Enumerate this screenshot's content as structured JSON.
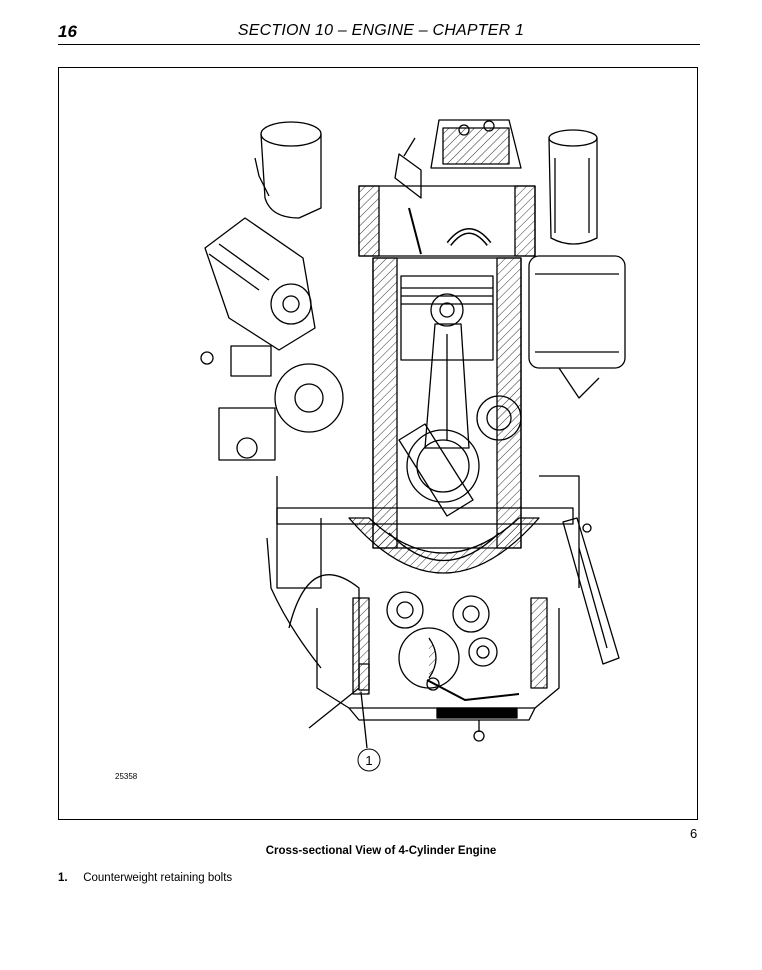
{
  "header": {
    "page_number": "16",
    "section_title": "SECTION 10 – ENGINE – CHAPTER 1"
  },
  "figure": {
    "id_code": "25358",
    "callout": "1",
    "number": "6",
    "caption": "Cross-sectional View of 4-Cylinder Engine"
  },
  "legend": [
    {
      "number": "1.",
      "text": "Counterweight retaining bolts"
    }
  ]
}
